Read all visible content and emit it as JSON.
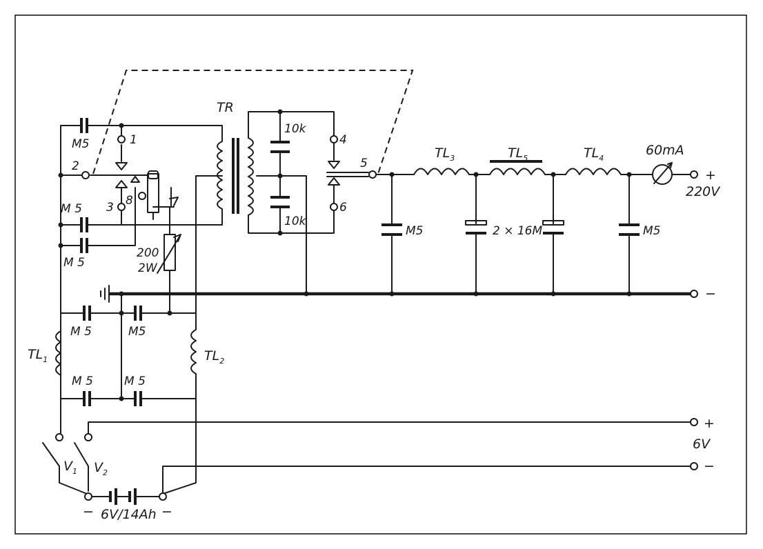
{
  "labels": {
    "transformer": "TR",
    "m5": "M5",
    "m_5": "M 5",
    "cap_10k": "10k",
    "resistor_value": "200",
    "resistor_power": "2W",
    "choke_prefix": "TL",
    "tl1_sub": "1",
    "tl2_sub": "2",
    "tl3_sub": "3",
    "tl4_sub": "4",
    "tl5_sub": "5",
    "cap_2x16m": "2 × 16M",
    "meter": "60mA",
    "out_voltage": "220V",
    "plus": "+",
    "minus": "−",
    "supply_voltage": "6V",
    "battery": "6V/14Ah",
    "switch_prefix": "V",
    "v1_sub": "1",
    "v2_sub": "2",
    "contact_1": "1",
    "contact_2": "2",
    "contact_3": "3",
    "contact_4": "4",
    "contact_5": "5",
    "contact_6": "6",
    "contact_8": "8"
  }
}
